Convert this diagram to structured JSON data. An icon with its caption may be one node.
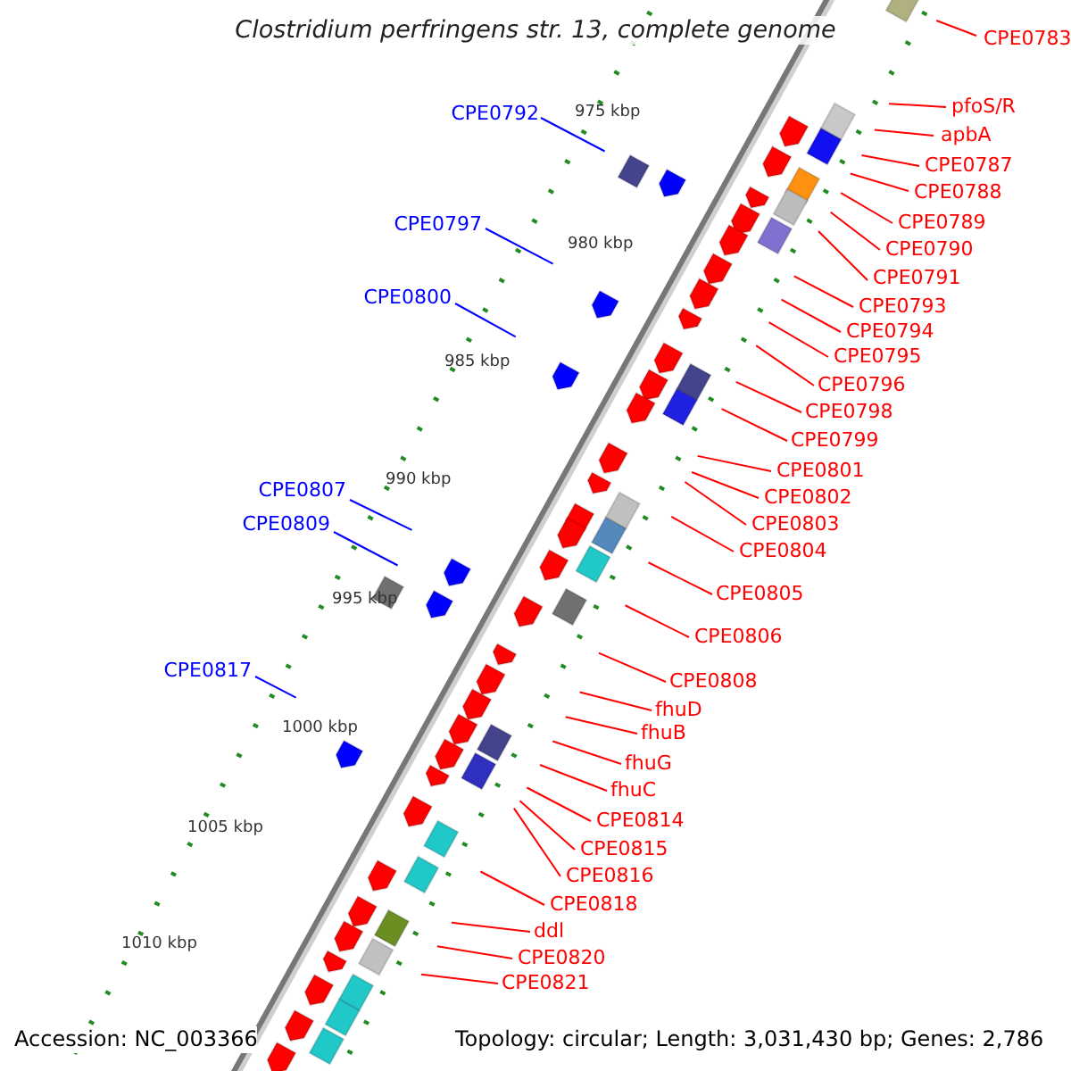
{
  "diagram": {
    "title": "Clostridium perfringens str. 13, complete genome",
    "nodes": [
      {
        "text": [
          "CPE0783"
        ]
      },
      {
        "text": [
          "pfoS/R"
        ]
      },
      {
        "text": [
          "apbA"
        ]
      },
      {
        "text": [
          "CPE0787"
        ]
      },
      {
        "text": [
          "CPE0788"
        ]
      },
      {
        "text": [
          "CPE0789"
        ]
      },
      {
        "text": [
          "CPE0790"
        ]
      },
      {
        "text": [
          "CPE0791"
        ]
      },
      {
        "text": [
          "CPE0793"
        ]
      },
      {
        "text": [
          "CPE0794"
        ]
      },
      {
        "text": [
          "CPE0795"
        ]
      },
      {
        "text": [
          "CPE0796"
        ]
      },
      {
        "text": [
          "CPE0798"
        ]
      },
      {
        "text": [
          "CPE0799"
        ]
      },
      {
        "text": [
          "CPE0801"
        ]
      },
      {
        "text": [
          "CPE0802"
        ]
      },
      {
        "text": [
          "CPE0803"
        ]
      },
      {
        "text": [
          "CPE0804"
        ]
      },
      {
        "text": [
          "CPE0805"
        ]
      },
      {
        "text": [
          "CPE0806"
        ]
      },
      {
        "text": [
          "CPE0808"
        ]
      },
      {
        "text": [
          "fhuD"
        ]
      },
      {
        "text": [
          "fhuB"
        ]
      },
      {
        "text": [
          "fhuG"
        ]
      },
      {
        "text": [
          "fhuC"
        ]
      },
      {
        "text": [
          "CPE0814"
        ]
      },
      {
        "text": [
          "CPE0815"
        ]
      },
      {
        "text": [
          "CPE0816"
        ]
      },
      {
        "text": [
          "CPE0818"
        ]
      },
      {
        "text": [
          "ddl"
        ]
      },
      {
        "text": [
          "CPE0820"
        ]
      },
      {
        "text": [
          "CPE0821"
        ]
      },
      {
        "text": [
          "CPE0792"
        ]
      },
      {
        "text": [
          "CPE0797"
        ]
      },
      {
        "text": [
          "CPE0800"
        ]
      },
      {
        "text": [
          "CPE0807"
        ]
      },
      {
        "text": [
          "CPE0809"
        ]
      },
      {
        "text": [
          "CPE0817"
        ]
      }
    ],
    "edges": [
      {
        "from": 0,
        "to": null,
        "arrow": "none"
      },
      {
        "from": 1,
        "to": null,
        "arrow": "none"
      },
      {
        "from": 2,
        "to": null,
        "arrow": "none"
      },
      {
        "from": 3,
        "to": null,
        "arrow": "none"
      },
      {
        "from": 4,
        "to": null,
        "arrow": "none"
      },
      {
        "from": 5,
        "to": null,
        "arrow": "none"
      },
      {
        "from": 6,
        "to": null,
        "arrow": "none"
      },
      {
        "from": 7,
        "to": null,
        "arrow": "none"
      },
      {
        "from": 8,
        "to": null,
        "arrow": "none"
      },
      {
        "from": 9,
        "to": null,
        "arrow": "none"
      },
      {
        "from": 10,
        "to": null,
        "arrow": "none"
      },
      {
        "from": 11,
        "to": null,
        "arrow": "none"
      },
      {
        "from": 12,
        "to": null,
        "arrow": "none"
      },
      {
        "from": 13,
        "to": null,
        "arrow": "none"
      },
      {
        "from": 14,
        "to": null,
        "arrow": "none"
      },
      {
        "from": 15,
        "to": null,
        "arrow": "none"
      },
      {
        "from": 16,
        "to": null,
        "arrow": "none"
      },
      {
        "from": 17,
        "to": null,
        "arrow": "none"
      },
      {
        "from": 18,
        "to": null,
        "arrow": "none"
      },
      {
        "from": 19,
        "to": null,
        "arrow": "none"
      },
      {
        "from": 20,
        "to": null,
        "arrow": "none"
      },
      {
        "from": 21,
        "to": null,
        "arrow": "none"
      },
      {
        "from": 22,
        "to": null,
        "arrow": "none"
      },
      {
        "from": 23,
        "to": null,
        "arrow": "none"
      },
      {
        "from": 24,
        "to": null,
        "arrow": "none"
      },
      {
        "from": 25,
        "to": null,
        "arrow": "none"
      },
      {
        "from": 26,
        "to": null,
        "arrow": "none"
      },
      {
        "from": 27,
        "to": null,
        "arrow": "none"
      },
      {
        "from": 28,
        "to": null,
        "arrow": "none"
      },
      {
        "from": 29,
        "to": null,
        "arrow": "none"
      },
      {
        "from": 30,
        "to": null,
        "arrow": "none"
      },
      {
        "from": 31,
        "to": null,
        "arrow": "none"
      },
      {
        "from": 32,
        "to": null,
        "arrow": "none",
        "color": "#0000ff"
      },
      {
        "from": 33,
        "to": null,
        "arrow": "none",
        "color": "#0000ff"
      },
      {
        "from": 34,
        "to": null,
        "arrow": "none",
        "color": "#0000ff"
      },
      {
        "from": 35,
        "to": null,
        "arrow": "none",
        "color": "#0000ff"
      },
      {
        "from": 36,
        "to": null,
        "arrow": "none",
        "color": "#0000ff"
      },
      {
        "from": 37,
        "to": null,
        "arrow": "none",
        "color": "#0000ff"
      }
    ],
    "labels": [
      "975 kbp",
      "980 kbp",
      "985 kbp",
      "990 kbp",
      "995 kbp",
      "1000 kbp",
      "1005 kbp",
      "1010 kbp",
      "Accession: NC_003366",
      "Topology: circular; Length: 3,031,430 bp; Genes: 2,786"
    ]
  }
}
